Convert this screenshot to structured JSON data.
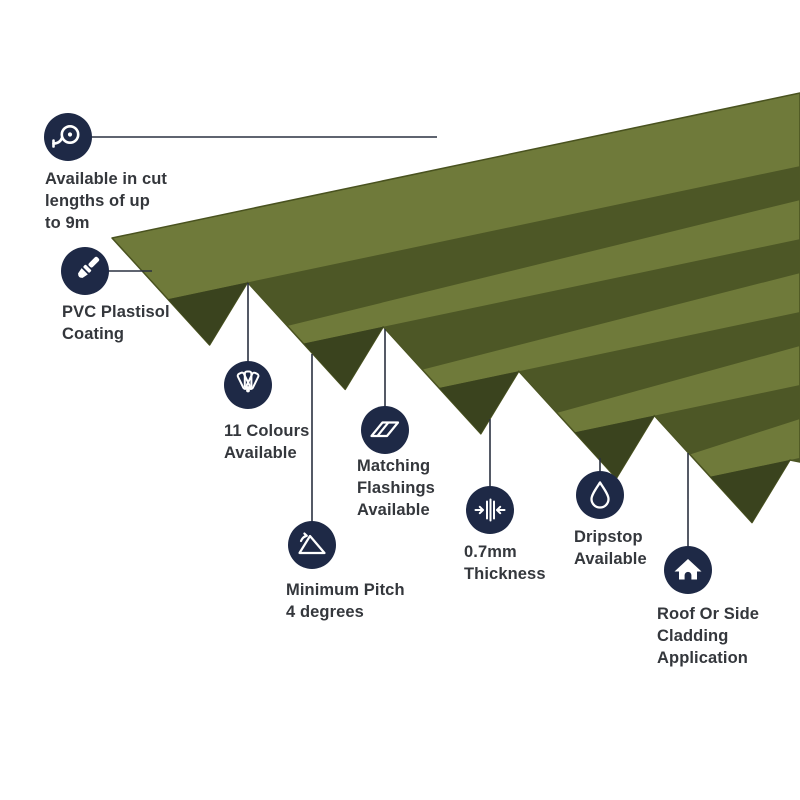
{
  "colors": {
    "icon_badge_bg": "#1e2946",
    "icon_glyph": "#ffffff",
    "sheet_pan": "#6f7a3a",
    "sheet_groove": "#4d5726",
    "sheet_notch": "#3a431e",
    "sheet_edge": "#49521f",
    "callout_line": "#2a3040",
    "label_text": "#34373c",
    "background": "#ffffff"
  },
  "product": {
    "graphic": "olive-green corrugated box-profile roofing sheet shown in perspective"
  },
  "features": [
    {
      "id": "cut-lengths",
      "icon": "tape-measure-icon",
      "lines": [
        "Available in cut",
        "lengths of up",
        "to 9m"
      ]
    },
    {
      "id": "pvc-coating",
      "icon": "paint-brush-icon",
      "lines": [
        "PVC Plastisol",
        "Coating"
      ]
    },
    {
      "id": "colours",
      "icon": "colour-fan-icon",
      "lines": [
        "11 Colours",
        "Available"
      ]
    },
    {
      "id": "flashings",
      "icon": "flashing-sheet-icon",
      "lines": [
        "Matching",
        "Flashings",
        "Available"
      ]
    },
    {
      "id": "pitch",
      "icon": "pitch-angle-icon",
      "lines": [
        "Minimum Pitch",
        "4 degrees"
      ]
    },
    {
      "id": "thickness",
      "icon": "thickness-gauge-icon",
      "lines": [
        "0.7mm",
        "Thickness"
      ]
    },
    {
      "id": "dripstop",
      "icon": "droplet-icon",
      "lines": [
        "Dripstop",
        "Available"
      ]
    },
    {
      "id": "cladding",
      "icon": "house-icon",
      "lines": [
        "Roof Or Side",
        "Cladding",
        "Application"
      ]
    }
  ]
}
